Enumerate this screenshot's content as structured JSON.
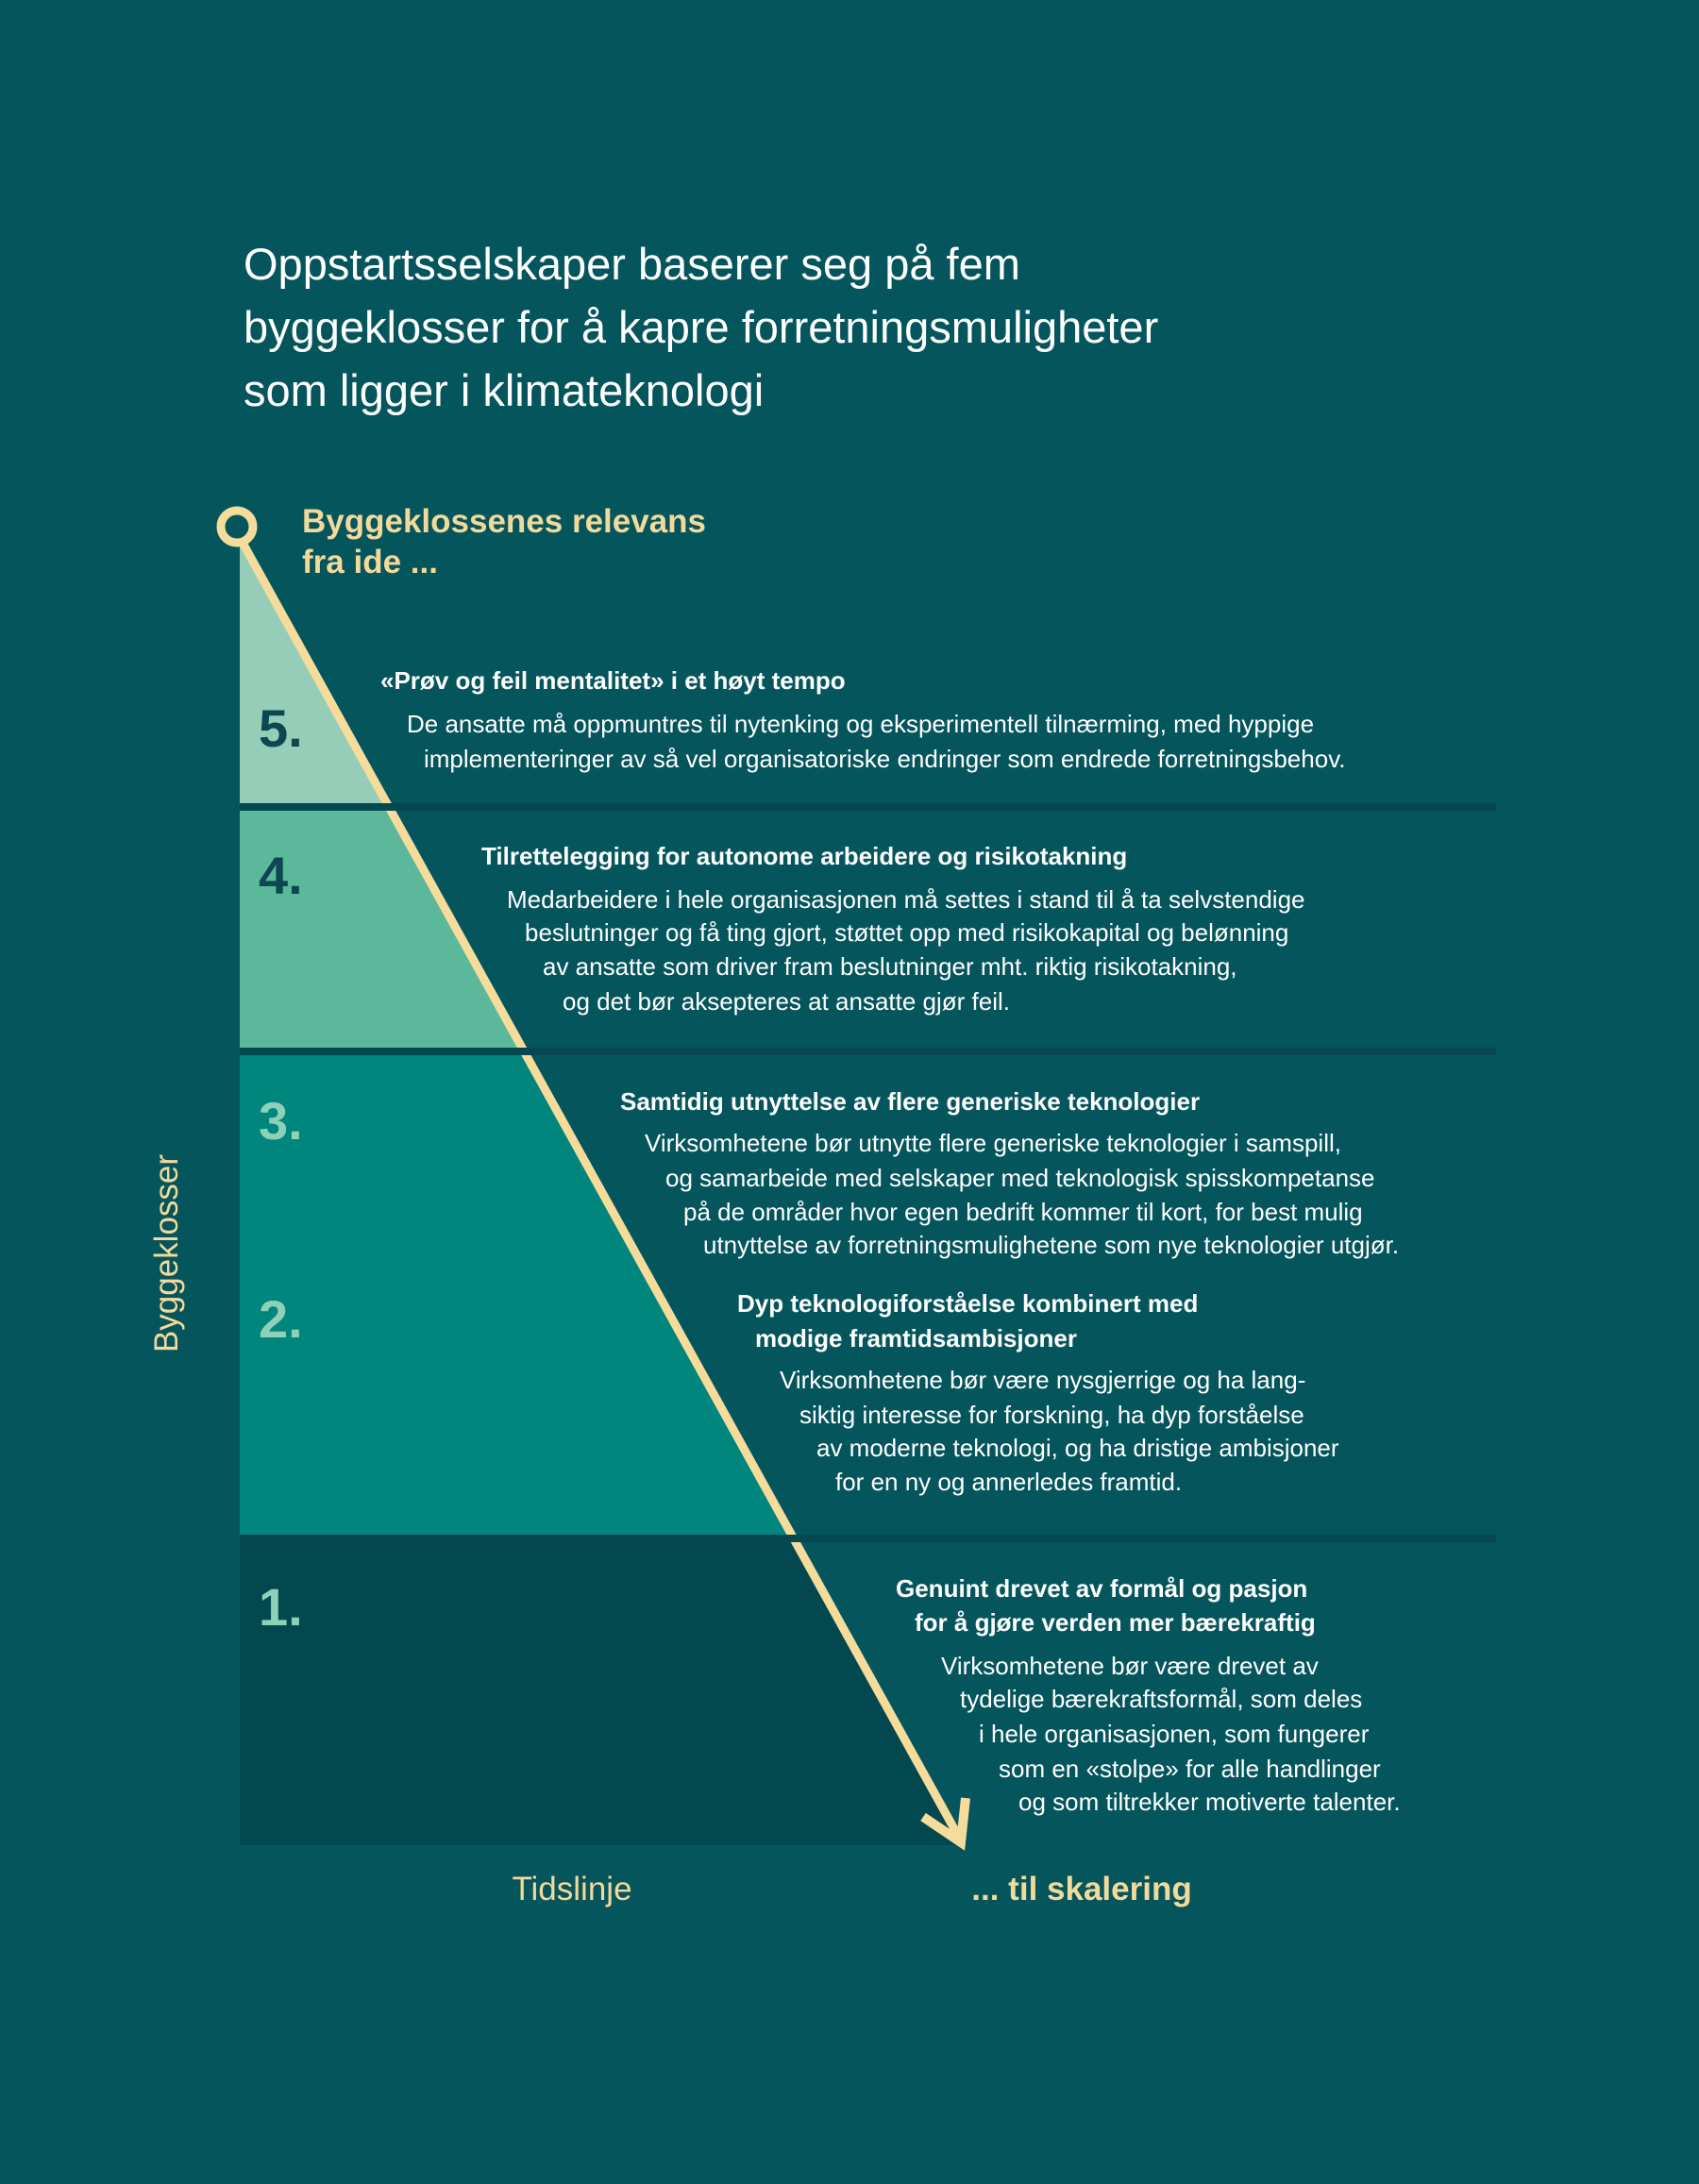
{
  "title": [
    "Oppstartsselskaper baserer seg på fem",
    "byggeklosser for å kapre forretningsmuligheter",
    "som ligger i klimateknologi"
  ],
  "relevance_label": [
    "Byggeklossenes relevans",
    "fra ide ..."
  ],
  "y_axis_label": "Byggeklosser",
  "x_axis_label": "Tidslinje",
  "end_label": "... til skalering",
  "colors": {
    "background": "#05555d",
    "band5": "#96cdb8",
    "band4": "#5cb89a",
    "band3_2": "#00867d",
    "band1": "#03484f",
    "arrow": "#f5dc9b"
  },
  "blocks": [
    {
      "number": "5.",
      "heading": [
        "«Prøv og feil mentalitet» i et høyt tempo"
      ],
      "body": [
        "De ansatte må oppmuntres til nytenking og eksperimentell tilnærming, med hyppige",
        "implementeringer av så vel organisatoriske endringer som endrede forretningsbehov."
      ]
    },
    {
      "number": "4.",
      "heading": [
        "Tilrettelegging for autonome arbeidere og risikotakning"
      ],
      "body": [
        "Medarbeidere i hele organisasjonen må settes i stand til å ta selvstendige",
        "beslutninger og få ting gjort, støttet opp med risikokapital og belønning",
        "av ansatte som driver fram beslutninger mht. riktig risikotakning,",
        "og det bør aksepteres at ansatte gjør feil."
      ]
    },
    {
      "number": "3.",
      "heading": [
        "Samtidig utnyttelse av flere generiske teknologier"
      ],
      "body": [
        "Virksomhetene bør utnytte flere generiske teknologier i samspill,",
        "og samarbeide med selskaper med teknologisk spisskompetanse",
        "på de områder hvor egen bedrift kommer til kort, for best mulig",
        "utnyttelse av forretningsmulighetene som nye teknologier utgjør."
      ]
    },
    {
      "number": "2.",
      "heading": [
        "Dyp teknologiforståelse kombinert med",
        "modige framtidsambisjoner"
      ],
      "body": [
        "Virksomhetene bør være nysgjerrige og ha lang-",
        "siktig interesse for forskning, ha dyp forståelse",
        "av moderne teknologi, og ha dristige ambisjoner",
        "for en ny og annerledes framtid."
      ]
    },
    {
      "number": "1.",
      "heading": [
        "Genuint drevet av formål og pasjon",
        "for å gjøre verden mer bærekraftig"
      ],
      "body": [
        "Virksomhetene bør være drevet av",
        "tydelige bærekraftsformål, som deles",
        "i hele organisasjonen, som fungerer",
        "som en «stolpe» for alle handlinger",
        "og som tiltrekker motiverte talenter."
      ]
    }
  ]
}
